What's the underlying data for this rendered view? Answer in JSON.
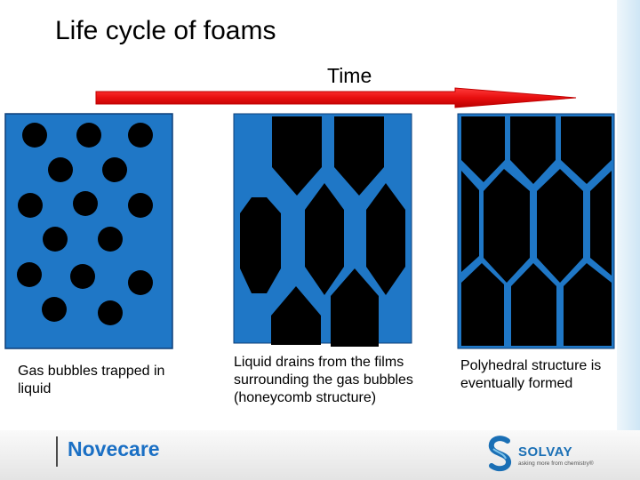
{
  "slide": {
    "title": "Life cycle of foams",
    "time_label": "Time"
  },
  "stages": [
    {
      "caption": "Gas bubbles trapped in liquid"
    },
    {
      "caption": "Liquid drains from the films surrounding the gas bubbles (honeycomb structure)"
    },
    {
      "caption": "Polyhedral structure is eventually formed"
    }
  ],
  "footer": {
    "brand": "Novecare",
    "company": "SOLVAY",
    "tagline": "asking more from chemistry®"
  },
  "colors": {
    "liquid": "#1f77c6",
    "gas": "#000000",
    "arrow": "#ee1111",
    "novecare": "#1a6fc4"
  }
}
